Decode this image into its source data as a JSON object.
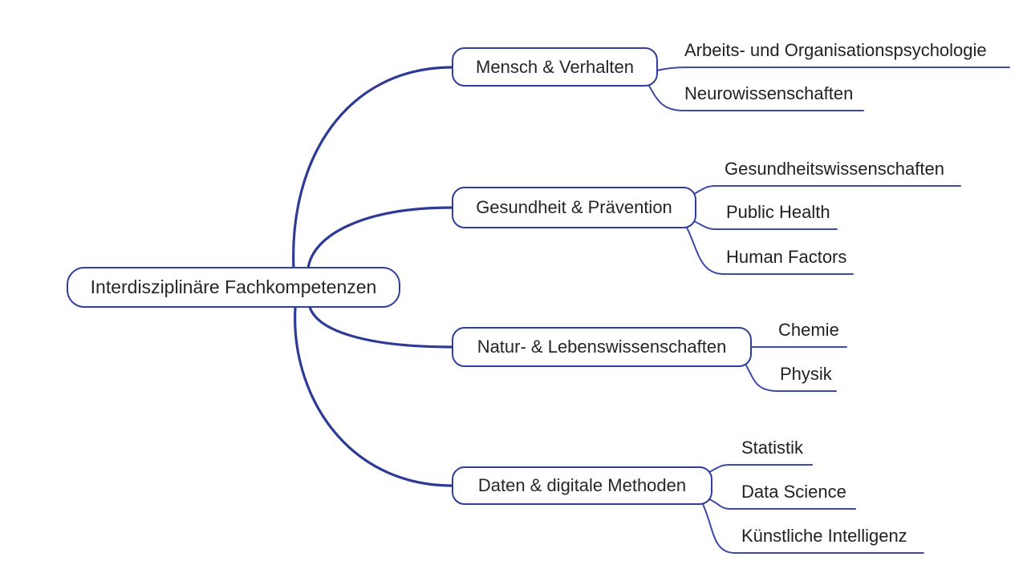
{
  "diagram_type": "mindmap",
  "root": {
    "label": "Interdisziplinäre Fachkompetenzen"
  },
  "branches": [
    {
      "label": "Mensch & Verhalten",
      "children": [
        "Arbeits- und Organisationspsychologie",
        "Neurowissenschaften"
      ]
    },
    {
      "label": "Gesundheit & Prävention",
      "children": [
        "Gesundheitswissenschaften",
        "Public Health",
        "Human Factors"
      ]
    },
    {
      "label": "Natur- & Lebenswissenschaften",
      "children": [
        "Chemie",
        "Physik"
      ]
    },
    {
      "label": "Daten & digitale Methoden",
      "children": [
        "Statistik",
        "Data Science",
        "Künstliche Intelligenz"
      ]
    }
  ],
  "colors": {
    "edge_primary": "#2d3a96",
    "edge_secondary": "#3c4aa4",
    "node_border": "#2e3d9e",
    "node_fill": "#ffffff",
    "text": "#262626",
    "background": "#ffffff"
  }
}
